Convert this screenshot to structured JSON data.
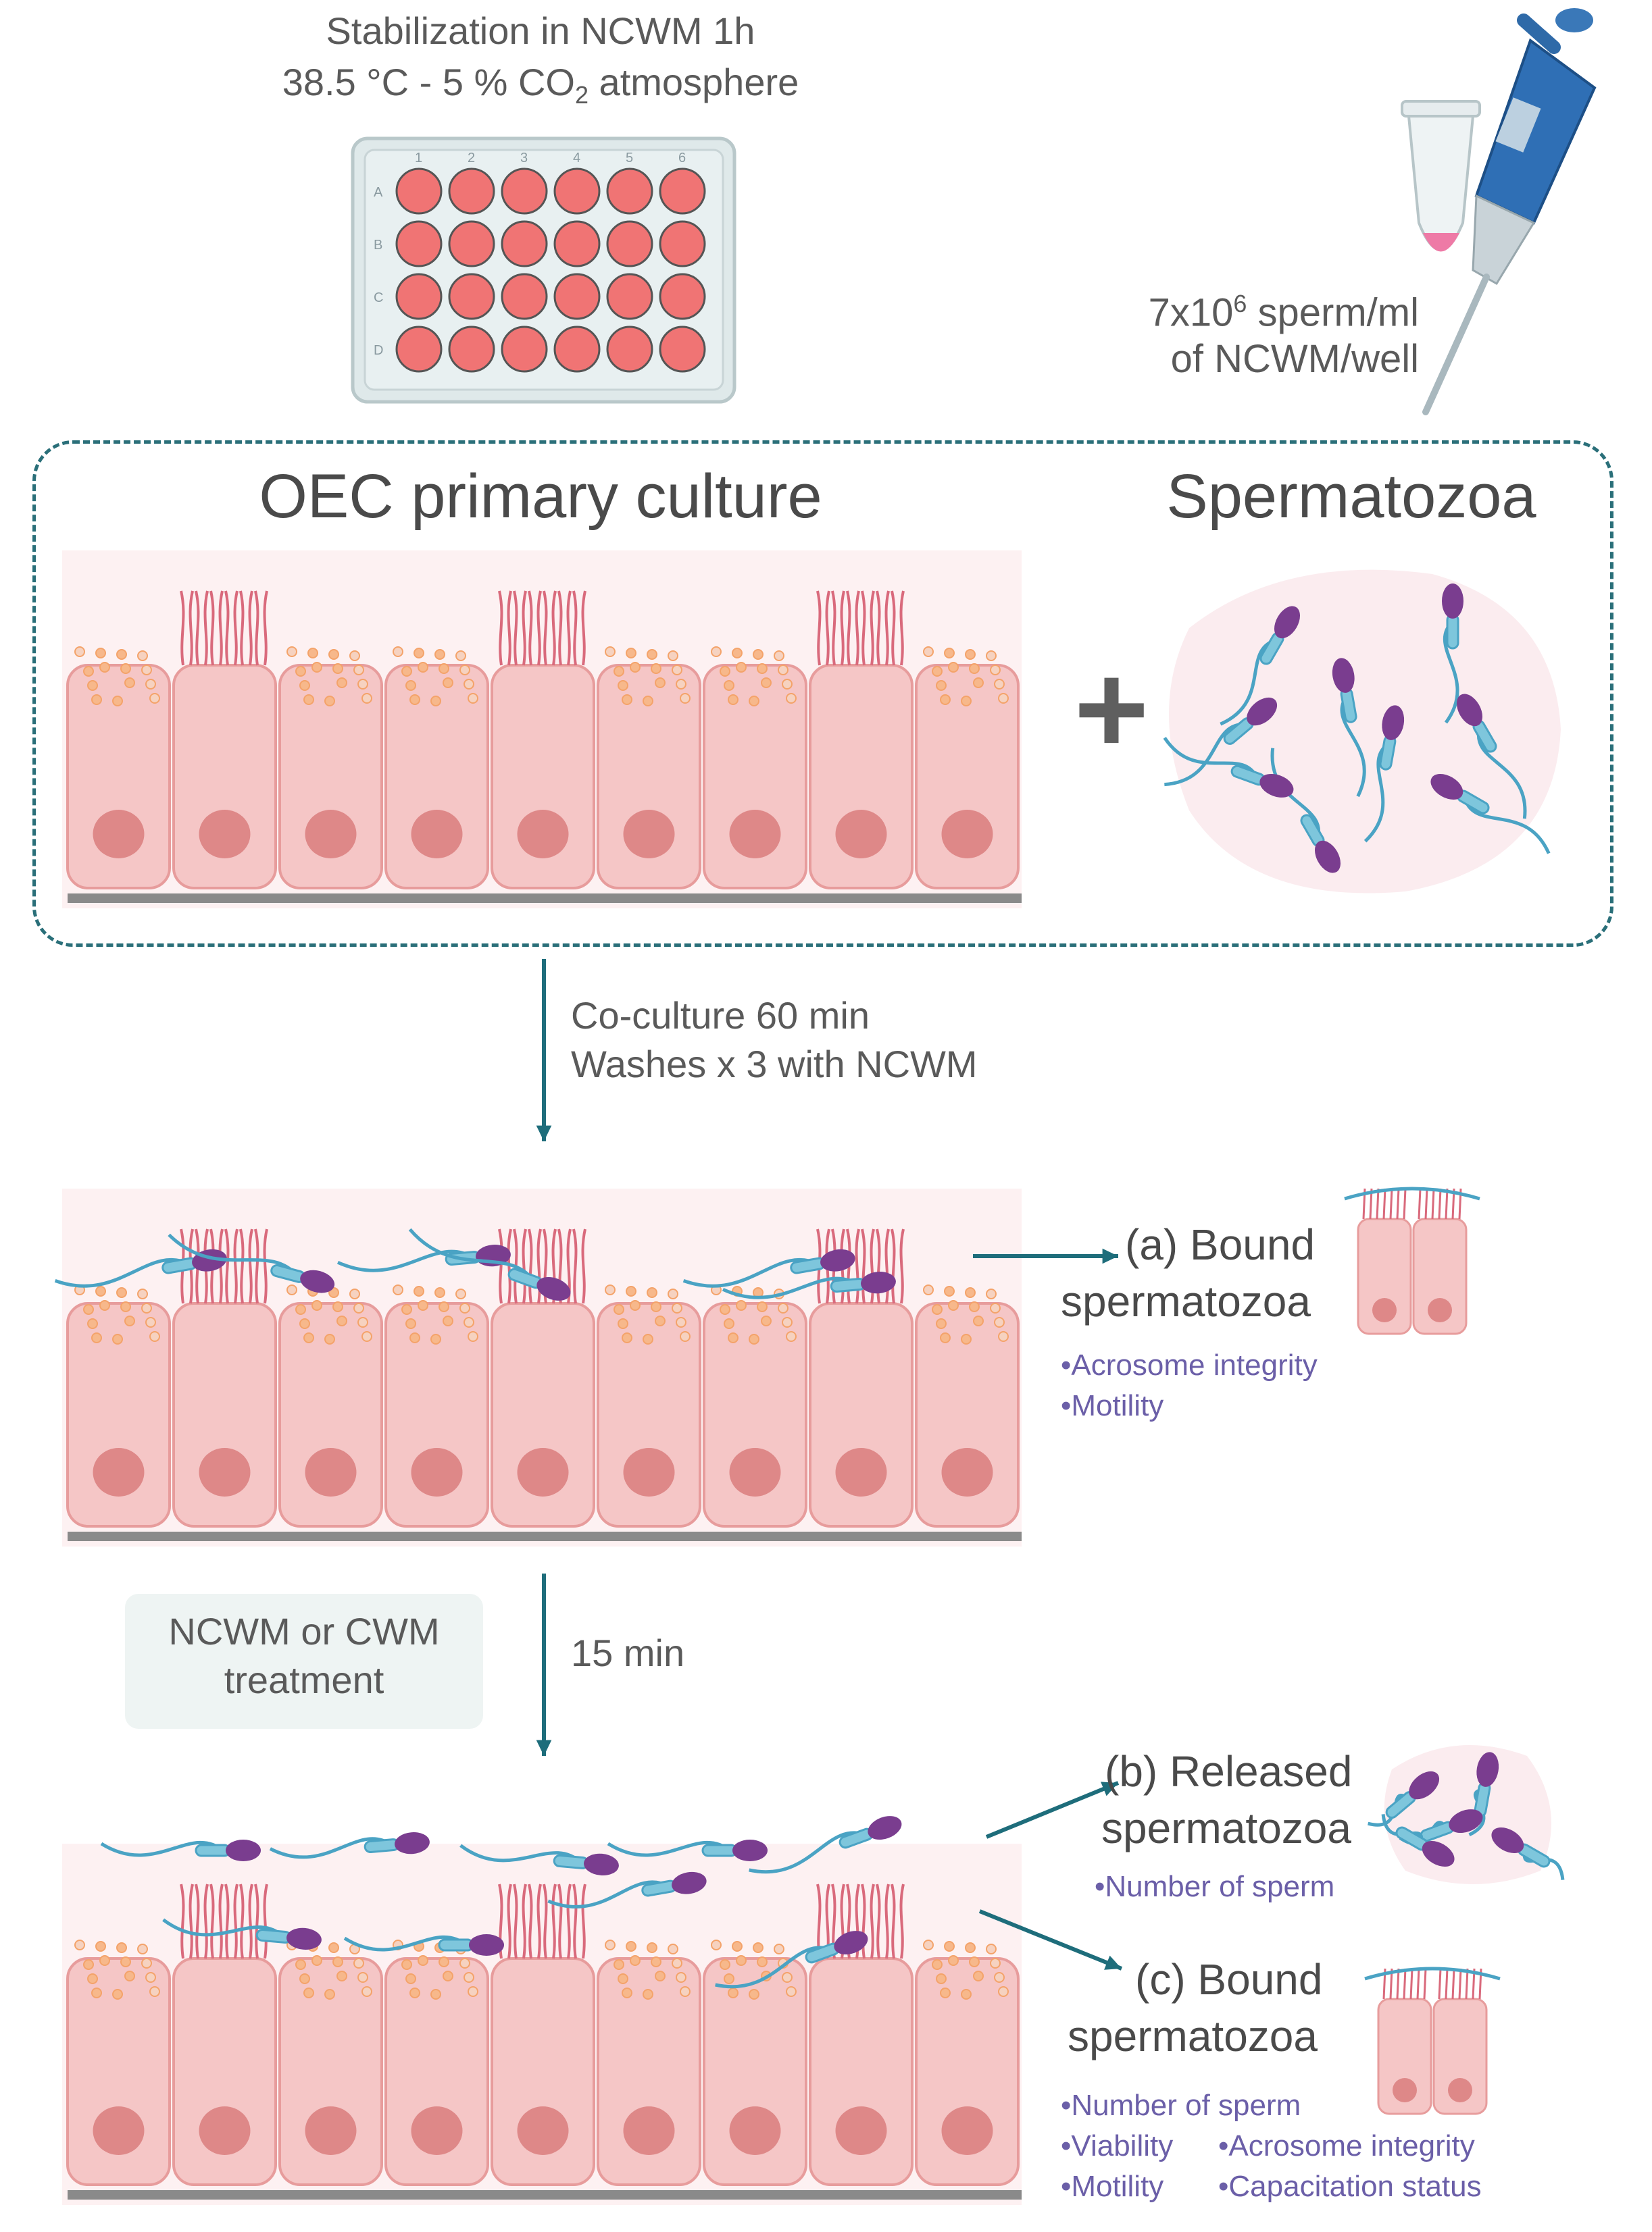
{
  "header": {
    "stabilization_line1": "Stabilization in NCWM 1h",
    "stabilization_line2_pre": "38.5 °C - 5 % CO",
    "stabilization_line2_sub": "2",
    "stabilization_line2_post": " atmosphere"
  },
  "plate": {
    "columns": [
      "1",
      "2",
      "3",
      "4",
      "5",
      "6"
    ],
    "rows": [
      "A",
      "B",
      "C",
      "D"
    ]
  },
  "dose": {
    "line1_pre": "7x10",
    "line1_sup": "6",
    "line1_post": " sperm/ml",
    "line2": "of NCWM/well"
  },
  "panel1": {
    "left_title": "OEC primary culture",
    "right_title": "Spermatozoa",
    "plus": "+"
  },
  "step1": {
    "line1": "Co-culture 60 min",
    "line2": "Washes x 3 with NCWM"
  },
  "result_a": {
    "title_line1": "(a) Bound",
    "title_line2": "spermatozoa",
    "bullets": [
      "•Acrosome integrity",
      "•Motility"
    ]
  },
  "step2": {
    "treatment_line1": "NCWM or CWM",
    "treatment_line2": "treatment",
    "time": "15 min"
  },
  "result_b": {
    "title_line1": "(b) Released",
    "title_line2": "spermatozoa",
    "bullets": [
      "•Number of sperm"
    ]
  },
  "result_c": {
    "title_line1": "(c) Bound",
    "title_line2": "spermatozoa",
    "bullets": [
      "•Number of sperm",
      "•Viability",
      "•Acrosome integrity",
      "•Motility",
      "•Capacitation status"
    ]
  },
  "colors": {
    "arrow": "#1e6d7b",
    "cell_fill": "#f5c6c6",
    "cell_stroke": "#e79c9c",
    "nucleus": "#de8888",
    "sperm_head": "#7a3d8f",
    "sperm_tail": "#4aa3c4",
    "bullet_text": "#6b5fa8"
  },
  "icons": {
    "plate": "well-plate-icon",
    "tube": "tube-icon",
    "pipette": "pipette-icon"
  }
}
